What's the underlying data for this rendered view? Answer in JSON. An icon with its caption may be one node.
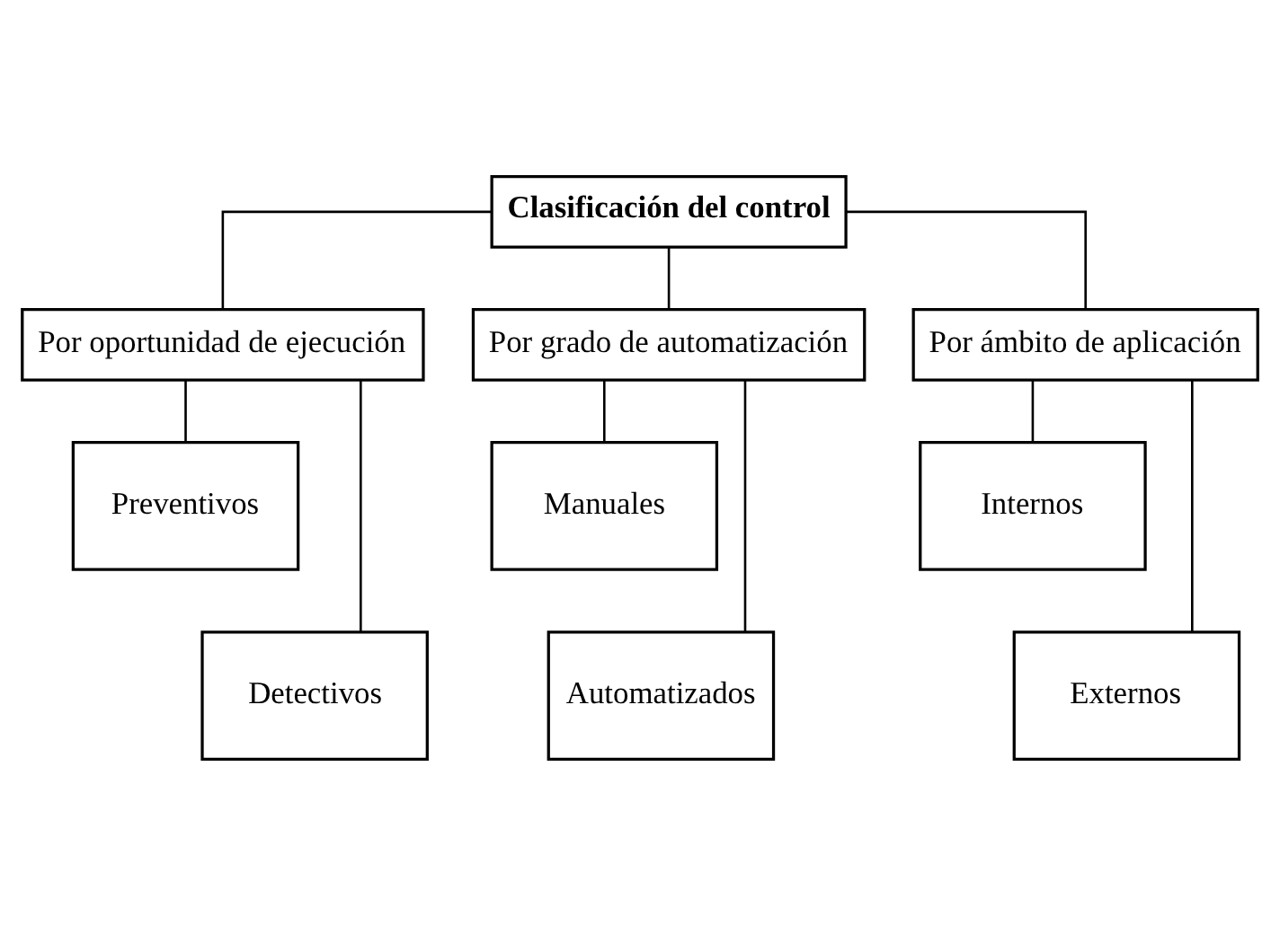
{
  "diagram": {
    "nodes": [
      {
        "text": [
          "Clasificación del control"
        ]
      },
      {
        "text": [
          "Por oportunidad de ejecución"
        ]
      },
      {
        "text": [
          "Por grado de automatización"
        ]
      },
      {
        "text": [
          "Por ámbito de aplicación"
        ]
      },
      {
        "text": [
          "Preventivos"
        ]
      },
      {
        "text": [
          "Manuales"
        ]
      },
      {
        "text": [
          "Internos"
        ]
      },
      {
        "text": [
          "Detectivos"
        ]
      },
      {
        "text": [
          "Automatizados"
        ]
      },
      {
        "text": [
          "Externos"
        ]
      }
    ],
    "edges": [
      {
        "from": 0,
        "to": 1,
        "arrow": "none"
      },
      {
        "from": 0,
        "to": 2,
        "arrow": "none"
      },
      {
        "from": 0,
        "to": 3,
        "arrow": "none"
      },
      {
        "from": 1,
        "to": 4,
        "arrow": "none"
      },
      {
        "from": 1,
        "to": 7,
        "arrow": "none"
      },
      {
        "from": 2,
        "to": 5,
        "arrow": "none"
      },
      {
        "from": 2,
        "to": 8,
        "arrow": "none"
      },
      {
        "from": 3,
        "to": 6,
        "arrow": "none"
      },
      {
        "from": 3,
        "to": 9,
        "arrow": "none"
      }
    ]
  }
}
